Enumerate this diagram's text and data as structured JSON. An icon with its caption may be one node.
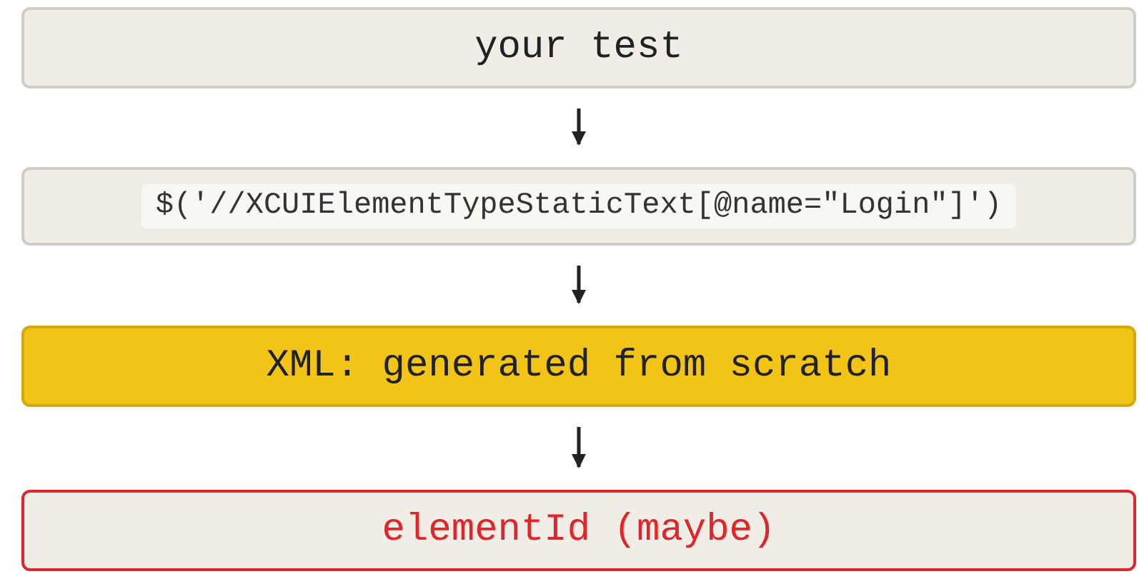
{
  "diagram": {
    "nodes": [
      {
        "text": [
          "your test"
        ]
      },
      {
        "text": [
          "$('//XCUIElementTypeStaticText[@name=\"Login\"]')"
        ]
      },
      {
        "text": [
          "XML: generated from scratch"
        ]
      },
      {
        "text": [
          "elementId (maybe)"
        ]
      }
    ],
    "edges": [
      {
        "from": 0,
        "to": 1,
        "arrow": "to"
      },
      {
        "from": 1,
        "to": 2,
        "arrow": "to"
      },
      {
        "from": 2,
        "to": 3,
        "arrow": "to"
      }
    ]
  }
}
